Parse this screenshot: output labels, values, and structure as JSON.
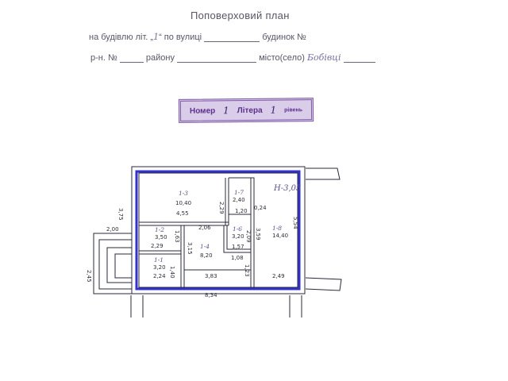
{
  "header": {
    "title": "Поповерховий план",
    "line1_pre": "на будівлю літ. „",
    "line1_lit": "1",
    "line1_mid": "“ по вулиці",
    "line1_end": "будинок №",
    "line2_pre": "р-н. №",
    "line2_mid": "району",
    "line2_city": "місто(село)",
    "line2_city_value": "Бобівці"
  },
  "stamp": {
    "label1": "Номер",
    "value1": "1",
    "label2": "Літера",
    "value2": "1",
    "label3": "рівень"
  },
  "plan": {
    "north_label": "Н-3,05",
    "rooms": [
      {
        "id": "1-3",
        "area": "10,40"
      },
      {
        "id": "1-7",
        "area": "2,40"
      },
      {
        "id": "1-2",
        "area": "3,50"
      },
      {
        "id": "1-4",
        "area": "8,20"
      },
      {
        "id": "1-6",
        "area": "3,20"
      },
      {
        "id": "1-8",
        "area": "14,40"
      },
      {
        "id": "1-1",
        "area": "3,20"
      }
    ],
    "dimensions": {
      "left_height": "3,75",
      "porch_width": "2,00",
      "porch_height": "2,45",
      "room3_width": "4,55",
      "room3_height": "2,29",
      "room7_width": "1,20",
      "room7_side": "0,24",
      "room2_width": "2,29",
      "room2_side": "1,63",
      "corridor_width": "2,06",
      "corridor_side": "3,15",
      "room6_width": "1,57",
      "room6_height": "2,09",
      "room6_side": "1,08",
      "room6_right": "3,59",
      "room1_width": "2,24",
      "room1_side": "1,40",
      "room4_bottom": "3,83",
      "room4_side": "1,23",
      "room8_width": "2,49",
      "right_height": "5,54",
      "total_width": "8,34"
    }
  }
}
